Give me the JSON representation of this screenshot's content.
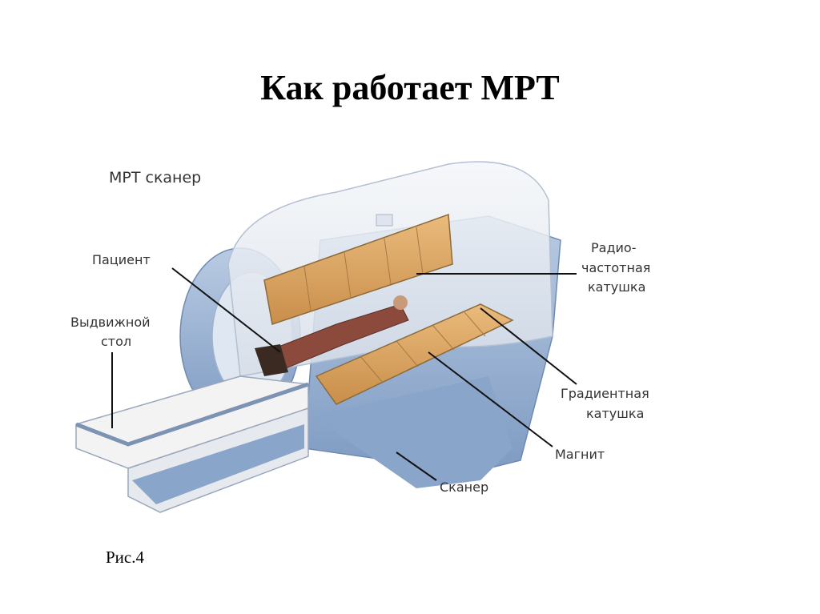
{
  "slide": {
    "title": "Как работает МРТ",
    "caption": "Рис.4"
  },
  "diagram": {
    "heading": "МРТ сканер",
    "labels": {
      "patient": "Пациент",
      "table_line1": "Выдвижной",
      "table_line2": "стол",
      "rf_line1": "Радио-",
      "rf_line2": "частотная",
      "rf_line3": "катушка",
      "gradient_line1": "Градиентная",
      "gradient_line2": "катушка",
      "magnet": "Магнит",
      "scanner": "Сканер"
    },
    "colors": {
      "scanner_blue": "#9fb6d4",
      "housing": "#e9edf3",
      "coil": "#d9a866",
      "table": "#f2f2f2",
      "line": "#111111"
    }
  }
}
